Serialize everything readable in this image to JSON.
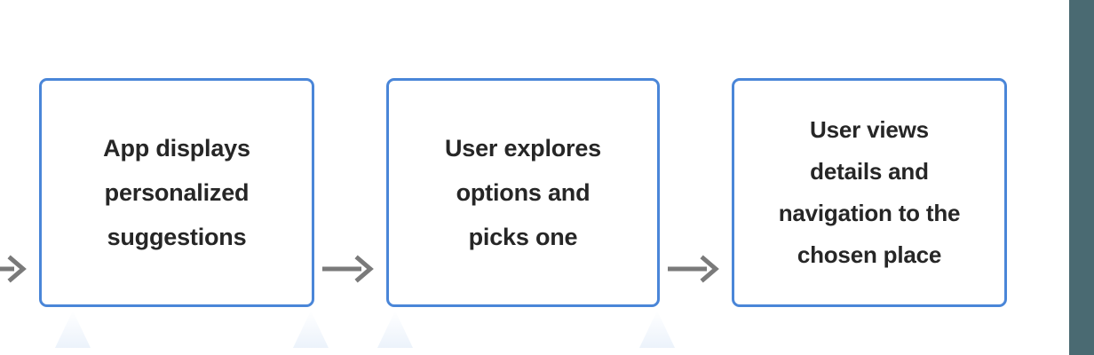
{
  "diagram": {
    "type": "flowchart",
    "orientation": "horizontal",
    "background_color": "#ffffff",
    "node_border_color": "#4a86d8",
    "node_fill_color": "#ffffff",
    "text_color": "#262626",
    "arrow_color": "#7a7a7a",
    "gutter_bar_color": "#4a6a72",
    "nodes": [
      {
        "id": "node-1",
        "label": "App displays\npersonalized\nsuggestions",
        "lines": [
          "App displays",
          "personalized",
          "suggestions"
        ]
      },
      {
        "id": "node-2",
        "label": "User explores\noptions and\npicks one",
        "lines": [
          "User explores",
          "options and",
          "picks one"
        ]
      },
      {
        "id": "node-3",
        "label": "User views\ndetails and\nnavigation to the\nchosen place",
        "lines": [
          "User views",
          "details and",
          "navigation to the",
          "chosen place"
        ]
      }
    ],
    "connectors": [
      {
        "id": "arrow-0",
        "from": "offscreen-previous-step",
        "to": "node-1",
        "style": "solid-arrow",
        "truncated": true
      },
      {
        "id": "arrow-1",
        "from": "node-1",
        "to": "node-2",
        "style": "solid-arrow",
        "truncated": false
      },
      {
        "id": "arrow-2",
        "from": "node-2",
        "to": "node-3",
        "style": "solid-arrow",
        "truncated": false
      }
    ]
  }
}
